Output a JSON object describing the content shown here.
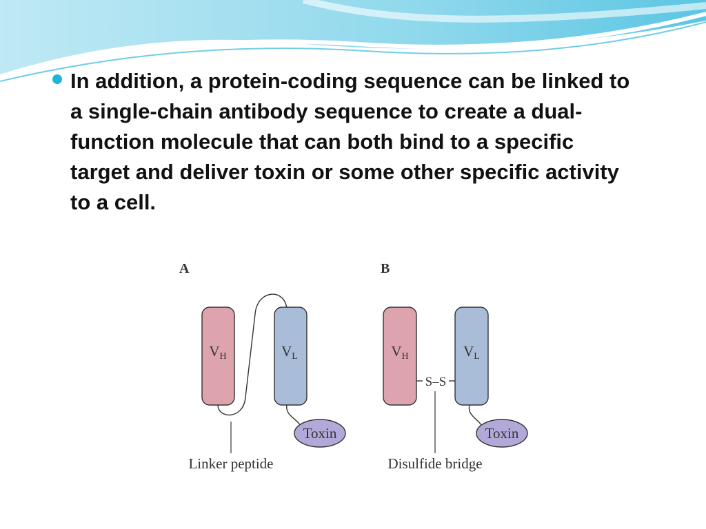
{
  "slide": {
    "bullet_text": "In addition, a protein-coding sequence can be linked to a single-chain antibody sequence to create a dual-function molecule that can both bind to a specific target and deliver toxin or some other specific activity to a cell."
  },
  "figure": {
    "panel_a": {
      "label": "A",
      "vh_main": "V",
      "vh_sub": "H",
      "vl_main": "V",
      "vl_sub": "L",
      "toxin": "Toxin",
      "caption": "Linker peptide"
    },
    "panel_b": {
      "label": "B",
      "vh_main": "V",
      "vh_sub": "H",
      "vl_main": "V",
      "vl_sub": "L",
      "bridge": "S–S",
      "toxin": "Toxin",
      "caption": "Disulfide bridge"
    },
    "colors": {
      "vh_fill": "#dda4ad",
      "vl_fill": "#a9bcd8",
      "toxin_fill": "#b3a9d9",
      "accent": "#1fb5d6"
    }
  }
}
